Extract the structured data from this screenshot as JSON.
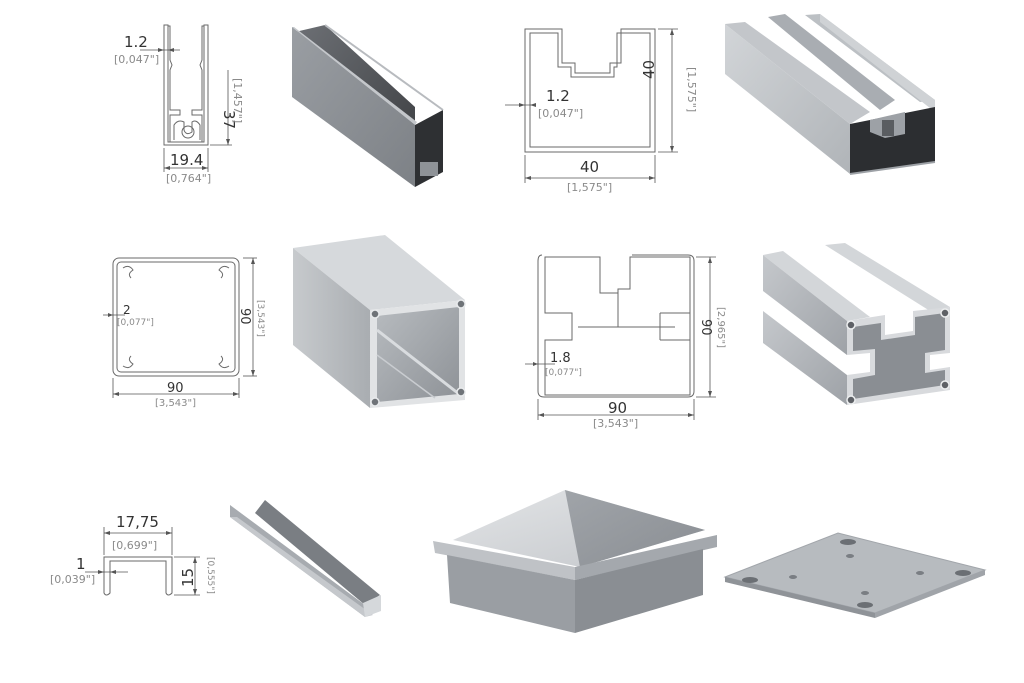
{
  "drawings": {
    "profile_a": {
      "wall_thickness": "1.2",
      "wall_thickness_in": "[0,047\"]",
      "height": "37",
      "height_in": "[1,457\"]",
      "width": "19.4",
      "width_in": "[0,764\"]"
    },
    "profile_b": {
      "wall_thickness": "1.2",
      "wall_thickness_in": "[0,047\"]",
      "height": "40",
      "height_in": "[1,575\"]",
      "width": "40",
      "width_in": "[1,575\"]"
    },
    "profile_c": {
      "wall_thickness": "2",
      "wall_thickness_in": "[0,077\"]",
      "height": "90",
      "height_in": "[3,543\"]",
      "width": "90",
      "width_in": "[3,543\"]"
    },
    "profile_d": {
      "wall_thickness": "1.8",
      "wall_thickness_in": "[0,077\"]",
      "height": "90",
      "height_in": "[2,965\"]",
      "width": "90",
      "width_in": "[3,543\"]"
    },
    "profile_e": {
      "wall_thickness": "1",
      "wall_thickness_in": "[0,039\"]",
      "height": "15",
      "height_in": "[0,555\"]",
      "width": "17,75",
      "width_in": "[0,699\"]"
    }
  },
  "renders": [
    {
      "name": "u-channel-profile-render"
    },
    {
      "name": "double-groove-profile-render"
    },
    {
      "name": "square-tube-profile-render"
    },
    {
      "name": "cross-slot-profile-render"
    },
    {
      "name": "small-u-channel-render"
    },
    {
      "name": "pyramid-post-cap-render"
    },
    {
      "name": "square-base-plate-render"
    }
  ],
  "colors": {
    "background": "#ffffff",
    "aluminium_light": "#c9ccd0",
    "aluminium_mid": "#a4a8ad",
    "aluminium_dark": "#5f6368",
    "dimension_text": "#333333",
    "dimension_sub_text": "#8a8a8a"
  }
}
